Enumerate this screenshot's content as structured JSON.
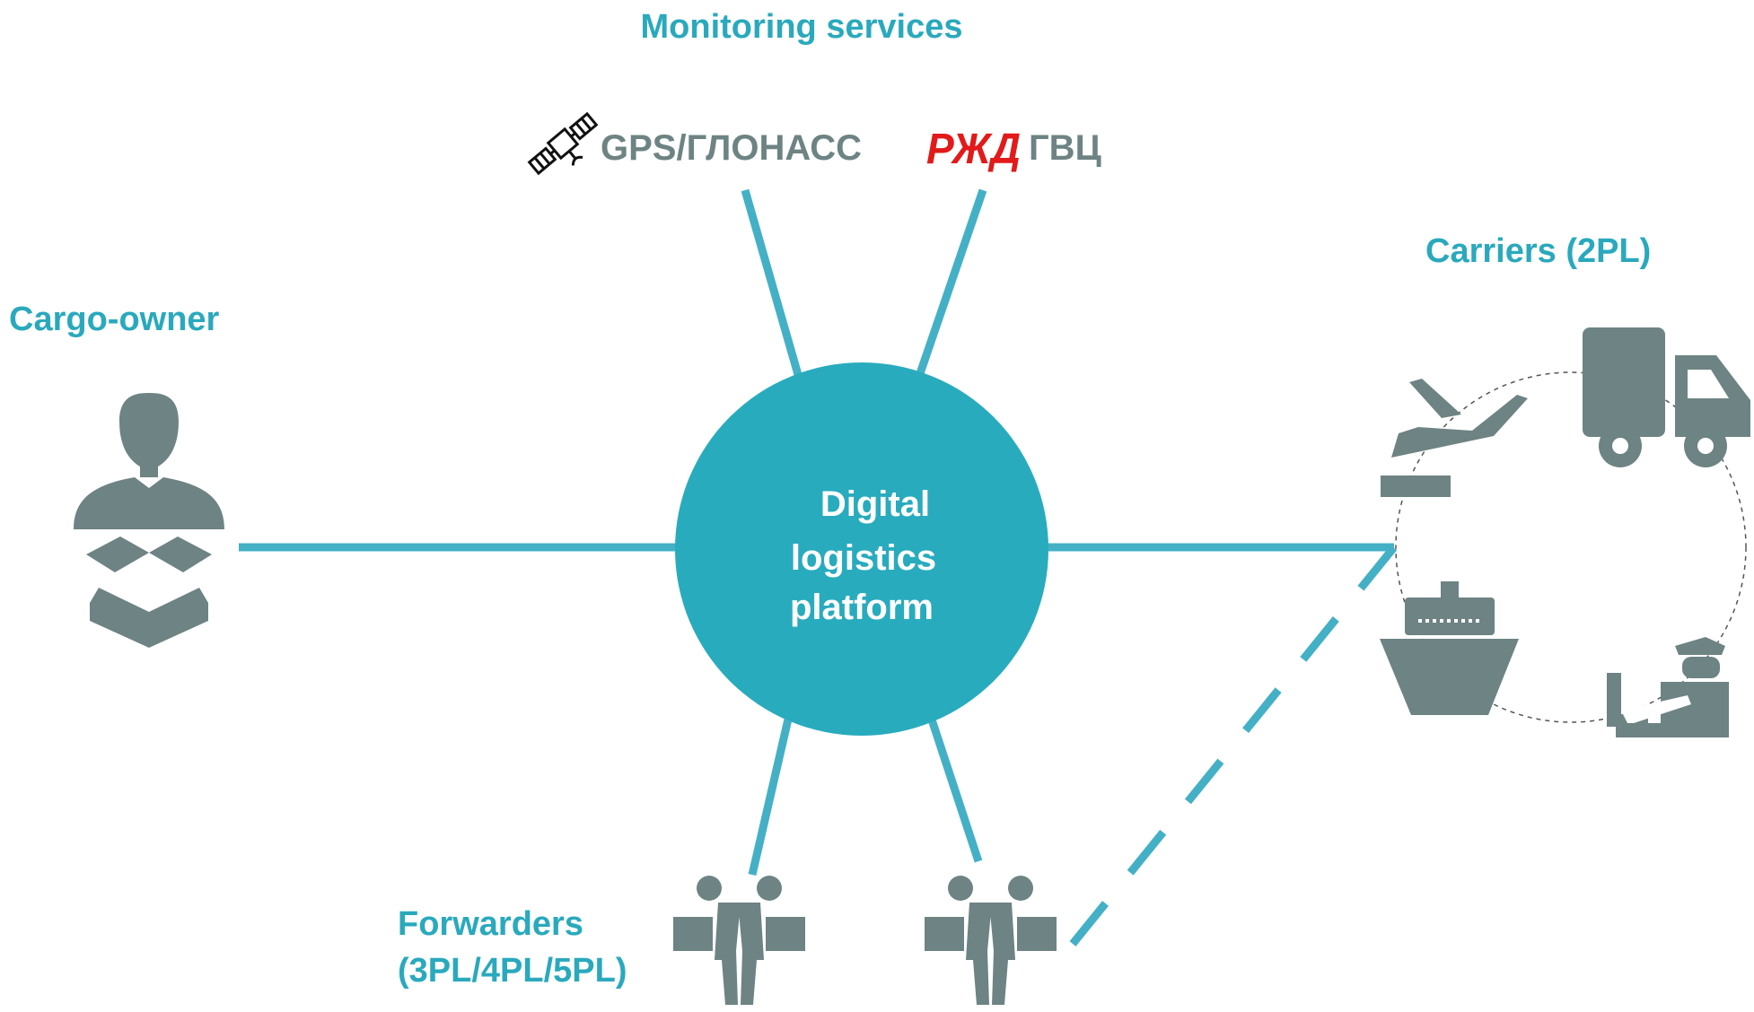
{
  "monitoring": {
    "title": "Monitoring services",
    "gps_label": "GPS/ГЛОНАСС",
    "rzd_logo_text": "РЖД",
    "gvc_label": "ГВЦ"
  },
  "cargo_owner": {
    "label": "Cargo-owner"
  },
  "platform": {
    "line1": "Digital",
    "line2": "logistics",
    "line3": "platform"
  },
  "carriers": {
    "label": "Carriers (2PL)"
  },
  "forwarders": {
    "line1": "Forwarders",
    "line2": "(3PL/4PL/5PL)"
  },
  "colors": {
    "accent": "#2aa9bd",
    "connector": "#44b0c6",
    "icon_gray": "#6e8383",
    "rzd_red": "#e21a1a"
  },
  "icons": {
    "gps": "satellite-icon",
    "rzd": "rzd-logo",
    "cargo_owner": "person-with-box-icon",
    "airplane": "airplane-icon",
    "truck": "truck-icon",
    "ship": "ship-icon",
    "customs": "customs-officer-icon",
    "forwarders": "porters-icon"
  }
}
